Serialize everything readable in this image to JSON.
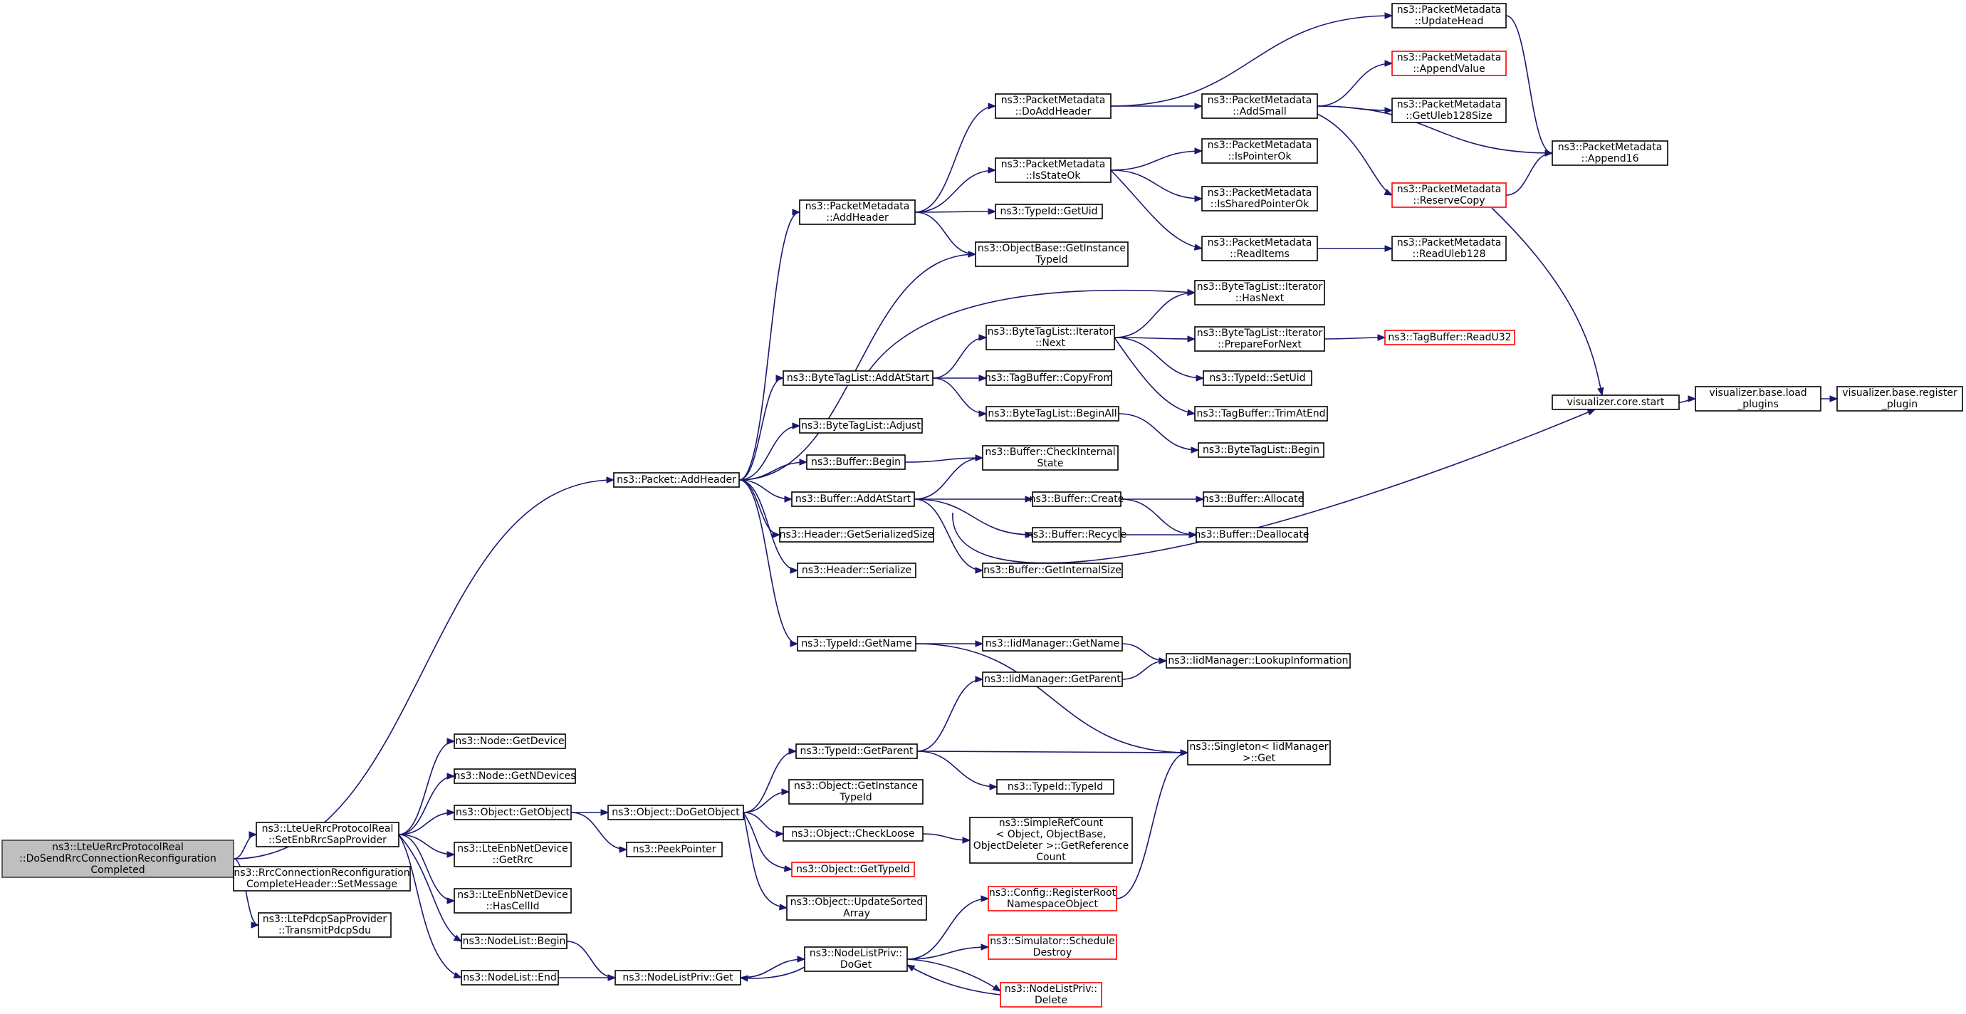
{
  "colors": {
    "edge": "#191970",
    "node_border": "#000000",
    "truncated_border": "#ff0000",
    "root_fill": "#bfbfbf",
    "background": "#ffffff"
  },
  "nodes": [
    {
      "id": "root",
      "lines": [
        "ns3::LteUeRrcProtocolReal",
        "::DoSendRrcConnectionReconfiguration",
        "Completed"
      ],
      "style": "root"
    },
    {
      "id": "setEnb",
      "lines": [
        "ns3::LteUeRrcProtocolReal",
        "::SetEnbRrcSapProvider"
      ],
      "style": "normal"
    },
    {
      "id": "rrcSetMsg",
      "lines": [
        "ns3::RrcConnectionReconfiguration",
        "CompleteHeader::SetMessage"
      ],
      "style": "normal"
    },
    {
      "id": "pdcpTx",
      "lines": [
        "ns3::LtePdcpSapProvider",
        "::TransmitPdcpSdu"
      ],
      "style": "normal"
    },
    {
      "id": "pktAddHeader",
      "lines": [
        "ns3::Packet::AddHeader"
      ],
      "style": "normal"
    },
    {
      "id": "nodeGetDevice",
      "lines": [
        "ns3::Node::GetDevice"
      ],
      "style": "normal"
    },
    {
      "id": "nodeGetNDevices",
      "lines": [
        "ns3::Node::GetNDevices"
      ],
      "style": "normal"
    },
    {
      "id": "objGetObject",
      "lines": [
        "ns3::Object::GetObject"
      ],
      "style": "normal"
    },
    {
      "id": "lteGetRrc",
      "lines": [
        "ns3::LteEnbNetDevice",
        "::GetRrc"
      ],
      "style": "normal"
    },
    {
      "id": "lteHasCellId",
      "lines": [
        "ns3::LteEnbNetDevice",
        "::HasCellId"
      ],
      "style": "normal"
    },
    {
      "id": "nlBegin",
      "lines": [
        "ns3::NodeList::Begin"
      ],
      "style": "normal"
    },
    {
      "id": "nlEnd",
      "lines": [
        "ns3::NodeList::End"
      ],
      "style": "normal"
    },
    {
      "id": "pmAddHeader",
      "lines": [
        "ns3::PacketMetadata",
        "::AddHeader"
      ],
      "style": "normal"
    },
    {
      "id": "btlAddAtStart",
      "lines": [
        "ns3::ByteTagList::AddAtStart"
      ],
      "style": "normal"
    },
    {
      "id": "btlAdjust",
      "lines": [
        "ns3::ByteTagList::Adjust"
      ],
      "style": "normal"
    },
    {
      "id": "bufBegin",
      "lines": [
        "ns3::Buffer::Begin"
      ],
      "style": "normal"
    },
    {
      "id": "bufAddAtStart",
      "lines": [
        "ns3::Buffer::AddAtStart"
      ],
      "style": "normal"
    },
    {
      "id": "hdrGetSerSize",
      "lines": [
        "ns3::Header::GetSerializedSize"
      ],
      "style": "normal"
    },
    {
      "id": "hdrSerialize",
      "lines": [
        "ns3::Header::Serialize"
      ],
      "style": "normal"
    },
    {
      "id": "tidGetName",
      "lines": [
        "ns3::TypeId::GetName"
      ],
      "style": "normal"
    },
    {
      "id": "objDoGetObject",
      "lines": [
        "ns3::Object::DoGetObject"
      ],
      "style": "normal"
    },
    {
      "id": "peekPointer",
      "lines": [
        "ns3::PeekPointer"
      ],
      "style": "normal"
    },
    {
      "id": "nlpGet",
      "lines": [
        "ns3::NodeListPriv::Get"
      ],
      "style": "normal"
    },
    {
      "id": "pmDoAddHeader",
      "lines": [
        "ns3::PacketMetadata",
        "::DoAddHeader"
      ],
      "style": "normal"
    },
    {
      "id": "pmIsStateOk",
      "lines": [
        "ns3::PacketMetadata",
        "::IsStateOk"
      ],
      "style": "normal"
    },
    {
      "id": "tidGetUid",
      "lines": [
        "ns3::TypeId::GetUid"
      ],
      "style": "normal"
    },
    {
      "id": "obGetInstTid",
      "lines": [
        "ns3::ObjectBase::GetInstance",
        "TypeId"
      ],
      "style": "normal"
    },
    {
      "id": "btliNext",
      "lines": [
        "ns3::ByteTagList::Iterator",
        "::Next"
      ],
      "style": "normal"
    },
    {
      "id": "tbCopyFrom",
      "lines": [
        "ns3::TagBuffer::CopyFrom"
      ],
      "style": "normal"
    },
    {
      "id": "btlBeginAll",
      "lines": [
        "ns3::ByteTagList::BeginAll"
      ],
      "style": "normal"
    },
    {
      "id": "bufCheckInt",
      "lines": [
        "ns3::Buffer::CheckInternal",
        "State"
      ],
      "style": "normal"
    },
    {
      "id": "bufCreate",
      "lines": [
        "ns3::Buffer::Create"
      ],
      "style": "normal"
    },
    {
      "id": "bufRecycle",
      "lines": [
        "ns3::Buffer::Recycle"
      ],
      "style": "normal"
    },
    {
      "id": "bufGetIntSize",
      "lines": [
        "ns3::Buffer::GetInternalSize"
      ],
      "style": "normal"
    },
    {
      "id": "iidGetName",
      "lines": [
        "ns3::IidManager::GetName"
      ],
      "style": "normal"
    },
    {
      "id": "iidGetParent",
      "lines": [
        "ns3::IidManager::GetParent"
      ],
      "style": "normal"
    },
    {
      "id": "tidGetParent",
      "lines": [
        "ns3::TypeId::GetParent"
      ],
      "style": "normal"
    },
    {
      "id": "objGetInstTid",
      "lines": [
        "ns3::Object::GetInstance",
        "TypeId"
      ],
      "style": "normal"
    },
    {
      "id": "objCheckLoose",
      "lines": [
        "ns3::Object::CheckLoose"
      ],
      "style": "normal"
    },
    {
      "id": "objGetTypeId",
      "lines": [
        "ns3::Object::GetTypeId"
      ],
      "style": "red"
    },
    {
      "id": "objUpdSorted",
      "lines": [
        "ns3::Object::UpdateSorted",
        "Array"
      ],
      "style": "normal"
    },
    {
      "id": "nlpDoGet",
      "lines": [
        "ns3::NodeListPriv::",
        "DoGet"
      ],
      "style": "normal"
    },
    {
      "id": "pmAddSmall",
      "lines": [
        "ns3::PacketMetadata",
        "::AddSmall"
      ],
      "style": "normal"
    },
    {
      "id": "pmIsPtrOk",
      "lines": [
        "ns3::PacketMetadata",
        "::IsPointerOk"
      ],
      "style": "normal"
    },
    {
      "id": "pmIsShPtrOk",
      "lines": [
        "ns3::PacketMetadata",
        "::IsSharedPointerOk"
      ],
      "style": "normal"
    },
    {
      "id": "pmReadItems",
      "lines": [
        "ns3::PacketMetadata",
        "::ReadItems"
      ],
      "style": "normal"
    },
    {
      "id": "btliHasNext",
      "lines": [
        "ns3::ByteTagList::Iterator",
        "::HasNext"
      ],
      "style": "normal"
    },
    {
      "id": "btliPrepNext",
      "lines": [
        "ns3::ByteTagList::Iterator",
        "::PrepareForNext"
      ],
      "style": "normal"
    },
    {
      "id": "tidSetUid",
      "lines": [
        "ns3::TypeId::SetUid"
      ],
      "style": "normal"
    },
    {
      "id": "tbTrimAtEnd",
      "lines": [
        "ns3::TagBuffer::TrimAtEnd"
      ],
      "style": "normal"
    },
    {
      "id": "btlBegin",
      "lines": [
        "ns3::ByteTagList::Begin"
      ],
      "style": "normal"
    },
    {
      "id": "bufAllocate",
      "lines": [
        "ns3::Buffer::Allocate"
      ],
      "style": "normal"
    },
    {
      "id": "bufDealloc",
      "lines": [
        "ns3::Buffer::Deallocate"
      ],
      "style": "normal"
    },
    {
      "id": "iidLookup",
      "lines": [
        "ns3::IidManager::LookupInformation"
      ],
      "style": "normal"
    },
    {
      "id": "singletonGet",
      "lines": [
        "ns3::Singleton< IidManager",
        ">::Get"
      ],
      "style": "normal"
    },
    {
      "id": "tidTypeId",
      "lines": [
        "ns3::TypeId::TypeId"
      ],
      "style": "normal"
    },
    {
      "id": "simpleRef",
      "lines": [
        "ns3::SimpleRefCount",
        "< Object, ObjectBase,",
        "ObjectDeleter >::GetReference",
        "Count"
      ],
      "style": "normal"
    },
    {
      "id": "cfgRegRoot",
      "lines": [
        "ns3::Config::RegisterRoot",
        "NamespaceObject"
      ],
      "style": "red"
    },
    {
      "id": "simSchedDestroy",
      "lines": [
        "ns3::Simulator::Schedule",
        "Destroy"
      ],
      "style": "red"
    },
    {
      "id": "nlpDelete",
      "lines": [
        "ns3::NodeListPriv::",
        "Delete"
      ],
      "style": "red"
    },
    {
      "id": "pmUpdateHead",
      "lines": [
        "ns3::PacketMetadata",
        "::UpdateHead"
      ],
      "style": "normal"
    },
    {
      "id": "pmAppendValue",
      "lines": [
        "ns3::PacketMetadata",
        "::AppendValue"
      ],
      "style": "red"
    },
    {
      "id": "pmGetUleb",
      "lines": [
        "ns3::PacketMetadata",
        "::GetUleb128Size"
      ],
      "style": "normal"
    },
    {
      "id": "pmReserveCopy",
      "lines": [
        "ns3::PacketMetadata",
        "::ReserveCopy"
      ],
      "style": "red"
    },
    {
      "id": "pmReadUleb",
      "lines": [
        "ns3::PacketMetadata",
        "::ReadUleb128"
      ],
      "style": "normal"
    },
    {
      "id": "tbReadU32",
      "lines": [
        "ns3::TagBuffer::ReadU32"
      ],
      "style": "red"
    },
    {
      "id": "pmAppend16",
      "lines": [
        "ns3::PacketMetadata",
        "::Append16"
      ],
      "style": "normal"
    },
    {
      "id": "vizStart",
      "lines": [
        "visualizer.core.start"
      ],
      "style": "normal"
    },
    {
      "id": "vizLoad",
      "lines": [
        "visualizer.base.load",
        "_plugins"
      ],
      "style": "normal"
    },
    {
      "id": "vizRegister",
      "lines": [
        "visualizer.base.register",
        "_plugin"
      ],
      "style": "normal"
    }
  ],
  "edges": [
    [
      "root",
      "pktAddHeader"
    ],
    [
      "root",
      "setEnb"
    ],
    [
      "root",
      "rrcSetMsg"
    ],
    [
      "root",
      "pdcpTx"
    ],
    [
      "setEnb",
      "nodeGetDevice"
    ],
    [
      "setEnb",
      "nodeGetNDevices"
    ],
    [
      "setEnb",
      "objGetObject"
    ],
    [
      "setEnb",
      "lteGetRrc"
    ],
    [
      "setEnb",
      "lteHasCellId"
    ],
    [
      "setEnb",
      "nlBegin"
    ],
    [
      "setEnb",
      "nlEnd"
    ],
    [
      "pktAddHeader",
      "pmAddHeader"
    ],
    [
      "pktAddHeader",
      "obGetInstTid"
    ],
    [
      "pktAddHeader",
      "btlAddAtStart"
    ],
    [
      "pktAddHeader",
      "btlAdjust"
    ],
    [
      "pktAddHeader",
      "bufBegin"
    ],
    [
      "pktAddHeader",
      "bufAddAtStart"
    ],
    [
      "pktAddHeader",
      "hdrGetSerSize"
    ],
    [
      "pktAddHeader",
      "hdrSerialize"
    ],
    [
      "pktAddHeader",
      "tidGetName"
    ],
    [
      "objGetObject",
      "objDoGetObject"
    ],
    [
      "objGetObject",
      "peekPointer"
    ],
    [
      "nlBegin",
      "nlpGet"
    ],
    [
      "nlEnd",
      "nlpGet"
    ],
    [
      "pmAddHeader",
      "pmDoAddHeader"
    ],
    [
      "pmAddHeader",
      "pmIsStateOk"
    ],
    [
      "pmAddHeader",
      "tidGetUid"
    ],
    [
      "pmAddHeader",
      "obGetInstTid"
    ],
    [
      "btlAddAtStart",
      "btliHasNext"
    ],
    [
      "btlAddAtStart",
      "btliNext"
    ],
    [
      "btlAddAtStart",
      "tbCopyFrom"
    ],
    [
      "btlAddAtStart",
      "btlBeginAll"
    ],
    [
      "bufBegin",
      "bufCheckInt"
    ],
    [
      "bufAddAtStart",
      "bufCheckInt"
    ],
    [
      "bufAddAtStart",
      "bufCreate"
    ],
    [
      "bufAddAtStart",
      "bufRecycle"
    ],
    [
      "bufAddAtStart",
      "bufGetIntSize"
    ],
    [
      "bufAddAtStart",
      "vizStart"
    ],
    [
      "tidGetName",
      "iidGetName"
    ],
    [
      "tidGetName",
      "singletonGet"
    ],
    [
      "objDoGetObject",
      "tidGetParent"
    ],
    [
      "objDoGetObject",
      "objGetInstTid"
    ],
    [
      "objDoGetObject",
      "objCheckLoose"
    ],
    [
      "objDoGetObject",
      "objGetTypeId"
    ],
    [
      "objDoGetObject",
      "objUpdSorted"
    ],
    [
      "nlpGet",
      "nlpDoGet"
    ],
    [
      "pmDoAddHeader",
      "pmUpdateHead"
    ],
    [
      "pmDoAddHeader",
      "pmAddSmall"
    ],
    [
      "pmIsStateOk",
      "pmIsPtrOk"
    ],
    [
      "pmIsStateOk",
      "pmIsShPtrOk"
    ],
    [
      "pmIsStateOk",
      "pmReadItems"
    ],
    [
      "btliNext",
      "btliHasNext"
    ],
    [
      "btliNext",
      "btliPrepNext"
    ],
    [
      "btliNext",
      "tidSetUid"
    ],
    [
      "btliNext",
      "tbTrimAtEnd"
    ],
    [
      "btlBeginAll",
      "btlBegin"
    ],
    [
      "bufCreate",
      "bufAllocate"
    ],
    [
      "bufCreate",
      "bufDealloc"
    ],
    [
      "bufRecycle",
      "bufDealloc"
    ],
    [
      "iidGetName",
      "iidLookup"
    ],
    [
      "iidGetParent",
      "iidLookup"
    ],
    [
      "tidGetParent",
      "iidGetParent"
    ],
    [
      "tidGetParent",
      "singletonGet"
    ],
    [
      "tidGetParent",
      "tidTypeId"
    ],
    [
      "objCheckLoose",
      "simpleRef"
    ],
    [
      "nlpDoGet",
      "cfgRegRoot"
    ],
    [
      "nlpDoGet",
      "simSchedDestroy"
    ],
    [
      "nlpDoGet",
      "nlpDelete"
    ],
    [
      "nlpDoGet",
      "nlpGet"
    ],
    [
      "pmAddSmall",
      "pmAppendValue"
    ],
    [
      "pmAddSmall",
      "pmGetUleb"
    ],
    [
      "pmAddSmall",
      "pmReserveCopy"
    ],
    [
      "pmAddSmall",
      "pmAppend16"
    ],
    [
      "pmReadItems",
      "pmReadUleb"
    ],
    [
      "btliPrepNext",
      "tbReadU32"
    ],
    [
      "pmUpdateHead",
      "pmAppend16"
    ],
    [
      "pmReserveCopy",
      "pmAppend16"
    ],
    [
      "pmReserveCopy",
      "vizStart"
    ],
    [
      "vizStart",
      "vizLoad"
    ],
    [
      "vizLoad",
      "vizRegister"
    ],
    [
      "cfgRegRoot",
      "singletonGet"
    ],
    [
      "nlpDelete",
      "nlpDoGet"
    ]
  ]
}
